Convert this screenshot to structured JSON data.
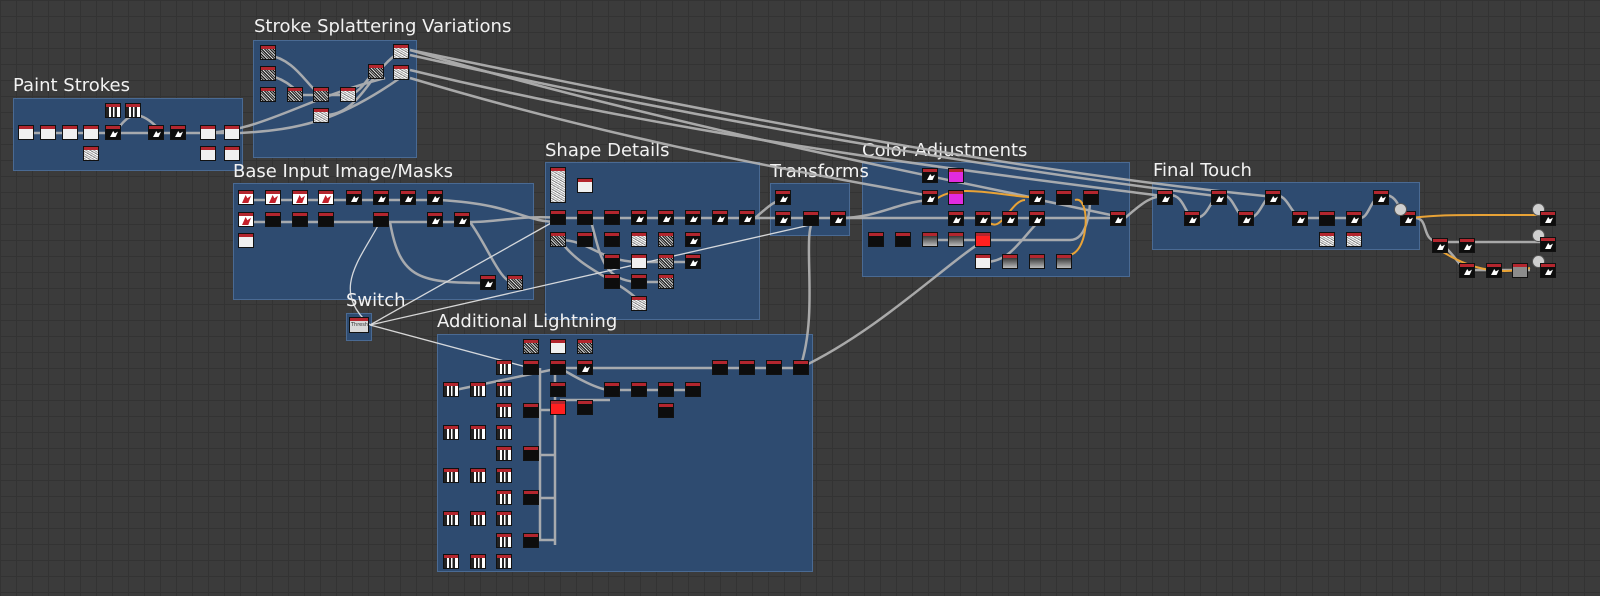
{
  "graph": {
    "frames": [
      {
        "id": "paint-strokes",
        "title": "Paint Strokes"
      },
      {
        "id": "stroke-splattering-variations",
        "title": "Stroke Splattering Variations"
      },
      {
        "id": "base-input-image-masks",
        "title": "Base Input Image/Masks"
      },
      {
        "id": "shape-details",
        "title": "Shape Details"
      },
      {
        "id": "transforms",
        "title": "Transforms"
      },
      {
        "id": "color-adjustments",
        "title": "Color Adjustments"
      },
      {
        "id": "final-touch",
        "title": "Final Touch"
      },
      {
        "id": "switch",
        "title": "Switch"
      },
      {
        "id": "additional-lightning",
        "title": "Additional Lightning"
      }
    ],
    "switch_node_label": "Thresh",
    "colors": {
      "background": "#3b3b3b",
      "frame": "#2e4b70",
      "wire": "#b5b5b5",
      "wire_highlight": "#e9a336",
      "node_header": "#b3262e"
    }
  }
}
